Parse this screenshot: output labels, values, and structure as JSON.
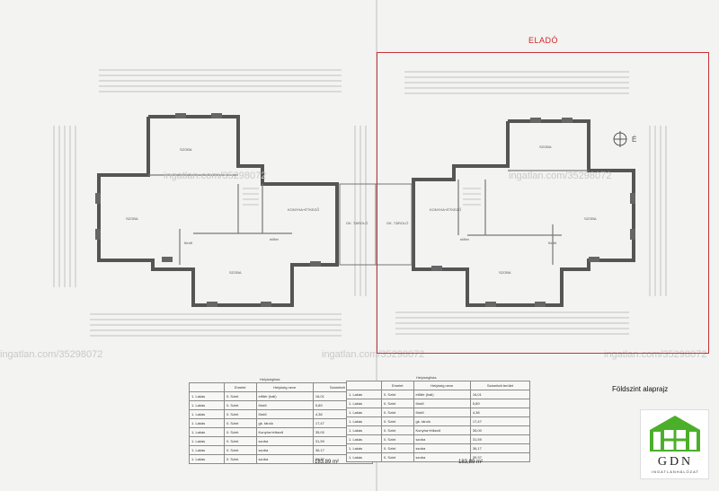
{
  "eladó_label": "ELADÓ",
  "watermark": "ingatlan.com/35298072",
  "caption": "Földszint alaprajz",
  "brand": {
    "name": "GDN",
    "sub": "INGATLANHÁLÓZAT",
    "color": "#4caf2a"
  },
  "accent_color": "#d2232a",
  "table_title": "Helyiséglista",
  "table_headers": [
    "",
    "Emelet",
    "Helyiség neve",
    "Számított terület"
  ],
  "left_table": {
    "rows": [
      [
        "1. Lakás",
        "0. Szint",
        "előtér (hall)",
        "16,01"
      ],
      [
        "1. Lakás",
        "0. Szint",
        "fürdő",
        "5,89"
      ],
      [
        "1. Lakás",
        "0. Szint",
        "fürdő",
        "4,38"
      ],
      [
        "1. Lakás",
        "0. Szint",
        "gk. tároló",
        "17,47"
      ],
      [
        "1. Lakás",
        "0. Szint",
        "Konyha+étkező",
        "35,00"
      ],
      [
        "1. Lakás",
        "0. Szint",
        "szoba",
        "31,59"
      ],
      [
        "1. Lakás",
        "0. Szint",
        "szoba",
        "36,17"
      ],
      [
        "1. Lakás",
        "0. Szint",
        "szoba",
        "39,37"
      ]
    ],
    "total": "183,89 m²"
  },
  "right_table": {
    "rows": [
      [
        "1. Lakás",
        "0. Szint",
        "előtér (hall)",
        "16,01"
      ],
      [
        "1. Lakás",
        "0. Szint",
        "fürdő",
        "5,89"
      ],
      [
        "1. Lakás",
        "0. Szint",
        "fürdő",
        "4,38"
      ],
      [
        "1. Lakás",
        "0. Szint",
        "gk. tároló",
        "17,47"
      ],
      [
        "1. Lakás",
        "0. Szint",
        "Konyha+étkező",
        "35,00"
      ],
      [
        "1. Lakás",
        "0. Szint",
        "szoba",
        "31,59"
      ],
      [
        "1. Lakás",
        "0. Szint",
        "szoba",
        "36,17"
      ],
      [
        "1. Lakás",
        "0. Szint",
        "szoba",
        "39,37"
      ]
    ],
    "total": "183,89 m²"
  },
  "room_labels": [
    "SZOBA",
    "SZOBA",
    "SZOBA",
    "KONYHA+ÉTKEZŐ",
    "fürdő",
    "előtér",
    "GK. TÁROLÓ"
  ],
  "north_label": "É"
}
